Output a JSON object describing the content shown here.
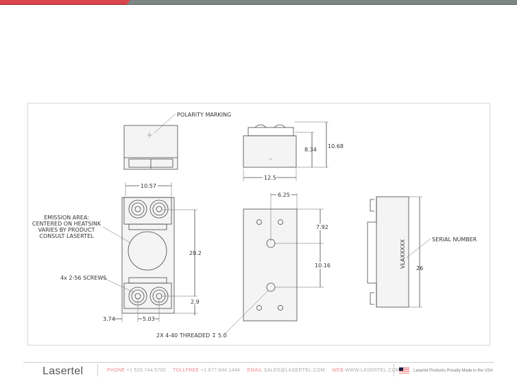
{
  "drawing": {
    "polarity_label": "POLARITY MARKING",
    "dim_10_57": "10.57",
    "dim_20_2": "20.2",
    "dim_2_9": "2.9",
    "dim_3_74": "3.74",
    "dim_5_03": "5.03",
    "dim_8_34": "8.34",
    "dim_10_68": "10.68",
    "dim_12_5": "12.5",
    "dim_6_25": "6.25",
    "dim_7_92": "7.92",
    "dim_10_16": "10.16",
    "dim_26": "26",
    "emission_lines": [
      "EMISSION AREA:",
      "CENTERED ON HEATSINK",
      "VARIES BY PRODUCT",
      "CONSULT LASERTEL"
    ],
    "screws_label": "4x 2-56 SCREWS",
    "threaded_label": "2X 4-40 THREADED ↧ 5.0",
    "serial_label": "SERIAL NUMBER",
    "serial_marking": "VLAXXXXX"
  },
  "footer": {
    "logo": "Lasertel",
    "phone_key": "PHONE",
    "phone": "+1 520.744.5700",
    "tollfree_key": "TOLLFREE",
    "tollfree": "+1 877.844.1444",
    "email_key": "EMAIL",
    "email": "SALES@LASERTEL.COM",
    "web_key": "WEB",
    "web": "WWW.LASERTEL.COM",
    "made_in": "Lasertel Products Proudly Made in the USA"
  },
  "colors": {
    "accent": "#d9474d",
    "bar": "#7d8785"
  }
}
